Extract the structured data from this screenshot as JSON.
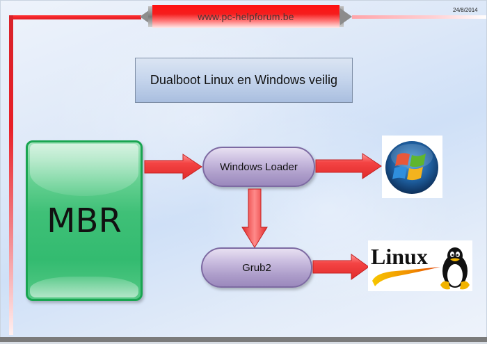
{
  "header": {
    "banner_text": "www.pc-helpforum.be",
    "date": "24/8/2014"
  },
  "title": {
    "text": "Dualboot Linux en Windows veilig"
  },
  "diagram": {
    "nodes": [
      {
        "id": "mbr",
        "label": "MBR"
      },
      {
        "id": "windows-loader",
        "label": "Windows Loader"
      },
      {
        "id": "grub2",
        "label": "Grub2"
      },
      {
        "id": "windows",
        "label": "Windows",
        "icon": "windows-logo-icon"
      },
      {
        "id": "linux",
        "label": "Linux",
        "icon": "linux-logo-icon"
      }
    ],
    "edges": [
      {
        "from": "mbr",
        "to": "windows-loader"
      },
      {
        "from": "windows-loader",
        "to": "windows"
      },
      {
        "from": "windows-loader",
        "to": "grub2"
      },
      {
        "from": "grub2",
        "to": "linux"
      }
    ],
    "linux_logo_text": "Linux"
  },
  "colors": {
    "accent_red": "#e81f27",
    "mbr_green": "#3fc077",
    "pill_purple": "#ad9dca",
    "arrow_red": "#f23a3a"
  }
}
